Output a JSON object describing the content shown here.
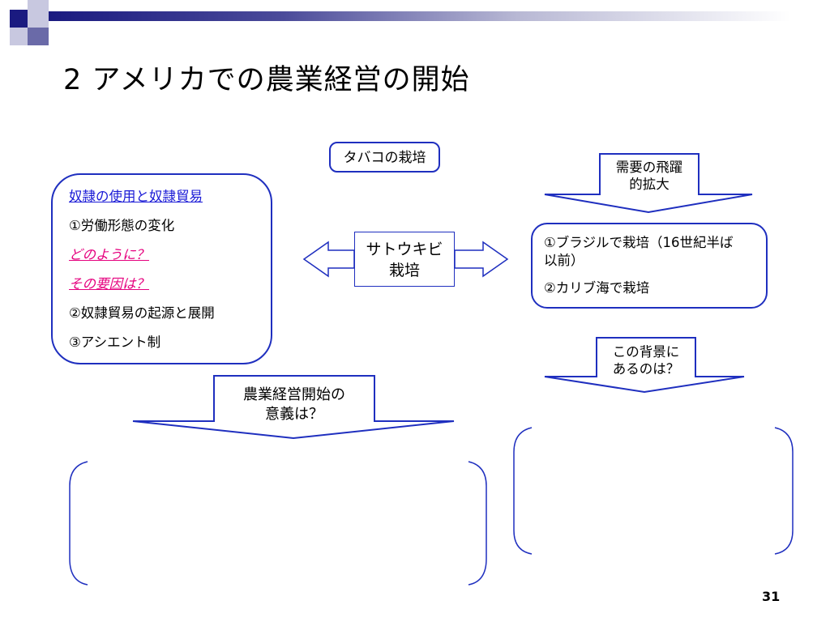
{
  "title": "2 アメリカでの農業経営の開始",
  "tobacco_box": "タバコの栽培",
  "sugar_box": {
    "line1": "サトウキビ",
    "line2": "栽培"
  },
  "slavery_box": {
    "link": "奴隷の使用と奴隷貿易",
    "item1": "①労働形態の変化",
    "question1": "どのように？",
    "question2": "その要因は？",
    "item2": "②奴隷貿易の起源と展開",
    "item3": "③アシエント制"
  },
  "brazil_box": {
    "line1": "①ブラジルで栽培（16世紀半ば",
    "line2": "以前）",
    "line3": "②カリブ海で栽培"
  },
  "demand_arrow": {
    "line1": "需要の飛躍",
    "line2": "的拡大"
  },
  "background_arrow": {
    "line1": "この背景に",
    "line2": "あるのは？"
  },
  "meaning_arrow": {
    "line1": "農業経営開始の",
    "line2": "意義は？"
  },
  "page_number": "31",
  "colors": {
    "accent": "#1f2fbf",
    "navy": "#1a1a80",
    "question": "#e5007e"
  }
}
